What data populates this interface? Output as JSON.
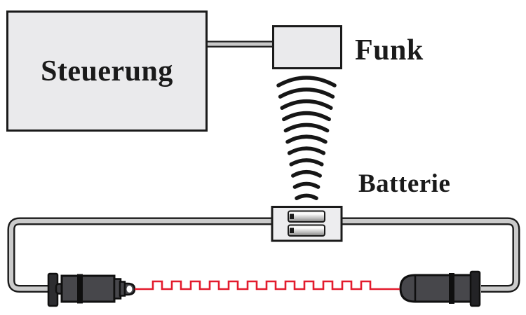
{
  "diagram": {
    "labels": {
      "control": "Steuerung",
      "radio": "Funk",
      "battery": "Batterie"
    },
    "radio_waves": {
      "arc_count": 11
    },
    "battery": {
      "cell_count": 2
    },
    "signal_wave": {
      "pulse_count": 12,
      "shape": "square-wave"
    },
    "colors": {
      "box_fill": "#eaeaec",
      "outline": "#1a1a1a",
      "wire_fill": "#cbcbcb",
      "plug_body": "#47474b",
      "signal_red": "#e31b2d",
      "background": "#ffffff"
    }
  }
}
